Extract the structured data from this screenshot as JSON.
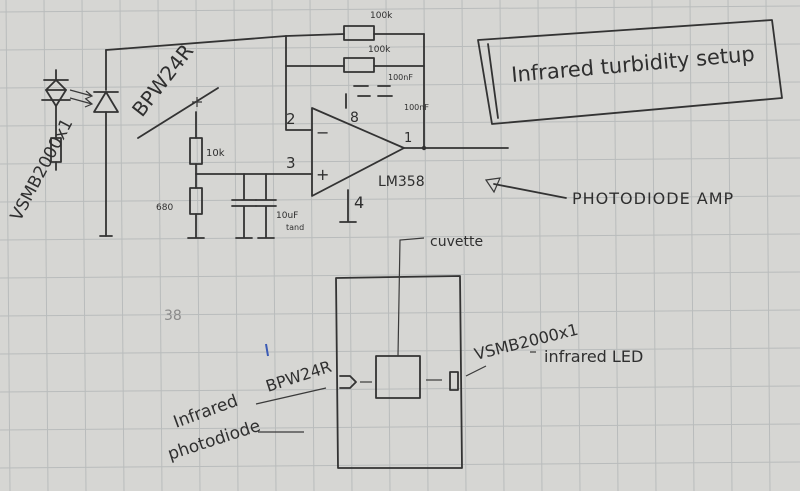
{
  "title": "Infrared turbidity setup",
  "colors": {
    "paper": "#d6d6d3",
    "ink": "#333333",
    "grid": "#b9bcbc"
  },
  "schematic": {
    "led_part": "VSMB2000x1",
    "photodiode_part": "BPW24R",
    "r_feedback_1": "100k",
    "r_feedback_2": "100k",
    "c_feedback_1": "100nF",
    "c_feedback_2": "100nF",
    "r_divider_top": "10k",
    "r_divider_bottom": "680",
    "c_bias": "10uF",
    "c_bias_sub": "tand",
    "pin_inv": "2",
    "pin_noninv": "3",
    "pin_out": "1",
    "pin_vcc": "8",
    "pin_gnd": "4",
    "opamp": "LM358",
    "minus_sign": "−",
    "plus_sign": "+",
    "label_amp": "PHOTODIODE AMP"
  },
  "setup": {
    "cuvette_label": "cuvette",
    "led_part": "VSMB2000x1",
    "led_label": "infrared LED",
    "photodiode_part": "BPW24R",
    "photodiode_label_line1": "Infrared",
    "photodiode_label_line2": "photodiode",
    "page_mark": "38"
  }
}
